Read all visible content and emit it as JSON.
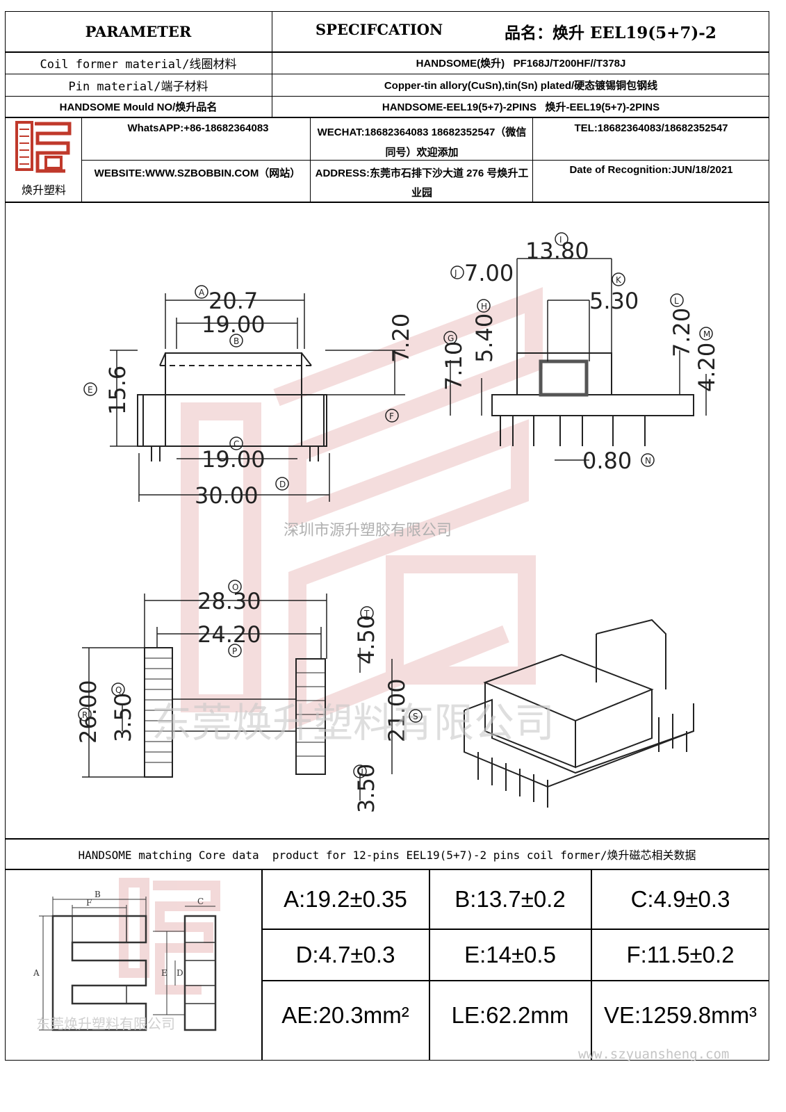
{
  "header": {
    "parameter": "PARAMETER",
    "specification": "SPECIFCATION",
    "product_name": "品名：焕升 EEL19(5+7)-2"
  },
  "params": [
    {
      "label": "Coil former material/线圈材料",
      "value": "HANDSOME(焕升)   PF168J/T200HF//T378J"
    },
    {
      "label": "Pin material/端子材料",
      "value": "Copper-tin allory(CuSn),tin(Sn) plated/硬态镀锡铜包钢线"
    },
    {
      "label": "HANDSOME Mould NO/焕升品名",
      "value": "HANDSOME-EEL19(5+7)-2PINS   焕升-EEL19(5+7)-2PINS"
    }
  ],
  "company": {
    "logo_text": "焕升塑料",
    "whatsapp": "WhatsAPP:+86-18682364083",
    "wechat": "WECHAT:18682364083 18682352547（微信同号）欢迎添加",
    "tel": "TEL:18682364083/18682352547",
    "website": "WEBSITE:WWW.SZBOBBIN.COM（网站）",
    "address": "ADDRESS:东莞市石排下沙大道 276 号焕升工业园",
    "date": "Date of Recognition:JUN/18/2021"
  },
  "drawing": {
    "watermark_1": "深圳市源升塑胶有限公司",
    "watermark_2": "东莞焕升塑料有限公司",
    "front": {
      "A": "20.7",
      "B": "19.00",
      "C": "19.00",
      "D": "30.00",
      "E": "15.6",
      "F": "7.20"
    },
    "side": {
      "I": "13.80",
      "J": "7.00",
      "K": "5.30",
      "H": "5.40",
      "G": "7.10",
      "L": "7.20",
      "M": "4.20",
      "N": "0.80"
    },
    "bottom": {
      "O": "28.30",
      "P": "24.20",
      "R": "26.00",
      "Q": "3.50",
      "T": "4.50",
      "S": "21.00",
      "U": "3.50"
    },
    "circle_labels": [
      "A",
      "B",
      "C",
      "D",
      "E",
      "F",
      "G",
      "H",
      "I",
      "J",
      "K",
      "L",
      "M",
      "N",
      "O",
      "P",
      "Q",
      "R",
      "S",
      "T",
      "U"
    ]
  },
  "core": {
    "title": "HANDSOME matching Core data  product for 12-pins EEL19(5+7)-2 pins coil former/焕升磁芯相关数据",
    "diagram_labels": {
      "A": "A",
      "B": "B",
      "C": "C",
      "D": "D",
      "E": "E",
      "F": "F"
    },
    "watermark": "东莞焕升塑料有限公司",
    "specs": [
      [
        "A:19.2±0.35",
        "B:13.7±0.2",
        "C:4.9±0.3"
      ],
      [
        "D:4.7±0.3",
        "E:14±0.5",
        "F:11.5±0.2"
      ],
      [
        "AE:20.3mm²",
        "LE:62.2mm",
        "VE:1259.8mm³"
      ]
    ],
    "website": "www.szyuansheng.com"
  }
}
